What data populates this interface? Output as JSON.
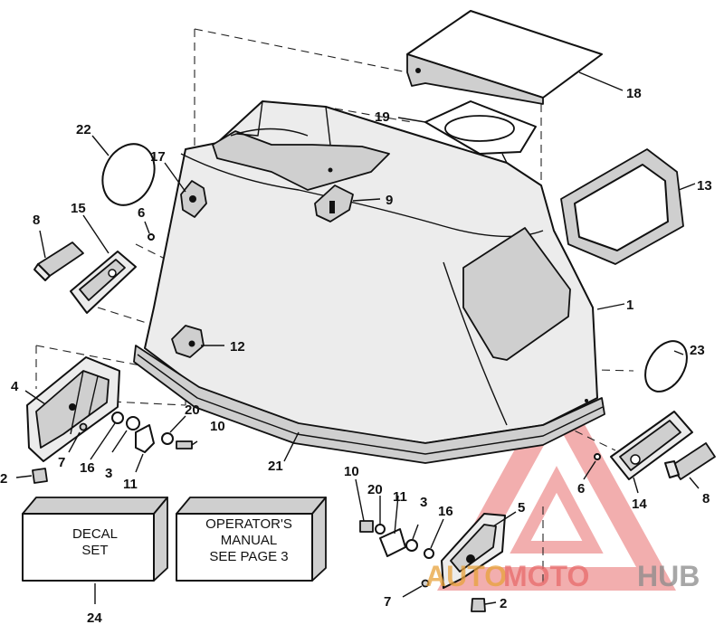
{
  "callouts": [
    "1",
    "2",
    "2",
    "3",
    "3",
    "4",
    "5",
    "6",
    "6",
    "7",
    "7",
    "8",
    "8",
    "9",
    "10",
    "10",
    "11",
    "11",
    "12",
    "13",
    "14",
    "15",
    "16",
    "16",
    "17",
    "18",
    "19",
    "20",
    "20",
    "21",
    "22",
    "23",
    "24"
  ],
  "decal_box": {
    "line1": "DECAL",
    "line2": "SET"
  },
  "manual_box": {
    "line1": "OPERATOR'S",
    "line2": "MANUAL",
    "line3": "SEE PAGE 3"
  },
  "watermark": {
    "part1": "AUTO",
    "part2": "MOTO",
    "part3": "HUB"
  },
  "colors": {
    "line": "#111111",
    "watermark_red": "#e86b6b",
    "watermark_orange": "#e8a23b",
    "watermark_gray": "#8a8a8a"
  }
}
